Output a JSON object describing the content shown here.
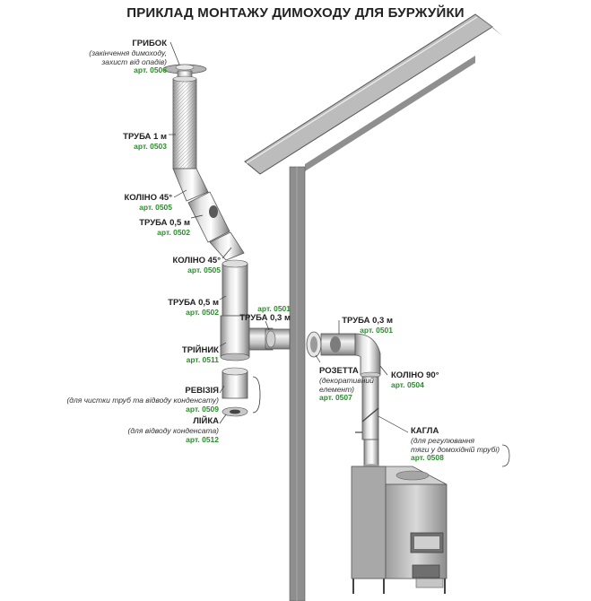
{
  "title": "ПРИКЛАД МОНТАЖУ ДИМОХОДУ ДЛЯ БУРЖУЙКИ",
  "labels": {
    "gribok": {
      "name": "ГРИБОК",
      "desc1": "(закінчення димоходу,",
      "desc2": "захист від опадів)",
      "art": "арт. 0506"
    },
    "truba1m": {
      "name": "ТРУБА 1 м",
      "art": "арт. 0503"
    },
    "kolino45a": {
      "name": "КОЛІНО 45°",
      "art": "арт. 0505"
    },
    "truba05a": {
      "name": "ТРУБА 0,5 м",
      "art": "арт. 0502"
    },
    "kolino45b": {
      "name": "КОЛІНО 45°",
      "art": "арт. 0505"
    },
    "truba05b": {
      "name": "ТРУБА 0,5 м",
      "art": "арт. 0502"
    },
    "truba03a": {
      "art": "арт. 0501",
      "name": "ТРУБА 0,3 м"
    },
    "triynyk": {
      "name": "ТРІЙНИК",
      "art": "арт. 0511"
    },
    "reviziya": {
      "name": "РЕВІЗІЯ",
      "desc": "(для чистки труб та відводу конденсату)",
      "art": "арт. 0509"
    },
    "liyka": {
      "name": "ЛІЙКА",
      "desc": "(для відводу конденсата)",
      "art": "арт. 0512"
    },
    "truba03b": {
      "name": "ТРУБА 0,3 м",
      "art": "арт. 0501"
    },
    "rozetta": {
      "name": "РОЗЕТТА",
      "desc1": "(декоративний",
      "desc2": "елемент)",
      "art": "арт. 0507"
    },
    "kolino90": {
      "name": "КОЛІНО 90°",
      "art": "арт. 0504"
    },
    "kagla": {
      "name": "КАГЛА",
      "desc1": "(для регулювання",
      "desc2": "тяги у домохідній трубі)",
      "art": "арт. 0508"
    }
  }
}
